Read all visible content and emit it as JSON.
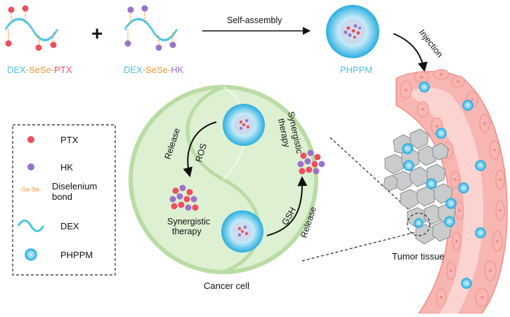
{
  "colors": {
    "dex": "#4cc3df",
    "selenium": "#f0973a",
    "ptx": "#ee4f5c",
    "hk": "#9a72cc",
    "vessel": "#f7b6b2",
    "vessel_edge": "#f08d8a",
    "cell_ring": "#b9dca5",
    "cell_fill": "#ddf0d2",
    "tumor": "#c9cbcd",
    "nanoparticle_core": "#2aaee0",
    "nanoparticle_glow": "#d7f1fb"
  },
  "top": {
    "label_left": {
      "part1": "DEX",
      "part2": "-SeSe-",
      "part3": "PTX"
    },
    "label_right": {
      "part1": "DEX",
      "part2": "-SeSe-",
      "part3": "HK"
    },
    "plus": "+",
    "self_assembly": "Self-assembly",
    "phppm": "PHPPM",
    "injection": "Injection"
  },
  "legend": {
    "items": [
      {
        "icon": "ptx-dot-icon",
        "label": "PTX"
      },
      {
        "icon": "hk-dot-icon",
        "label": "HK"
      },
      {
        "icon": "diselenium-bond-icon",
        "label": "Diselenium",
        "label2": "bond",
        "symbol": "-Se-Se-"
      },
      {
        "icon": "dex-wave-icon",
        "label": "DEX"
      },
      {
        "icon": "phppm-particle-icon",
        "label": "PHPPM"
      }
    ]
  },
  "cell": {
    "title": "Cancer cell",
    "release_top": "Release",
    "ros": "ROS",
    "synergistic_left_1": "Synergistic",
    "synergistic_left_2": "therapy",
    "synergistic_right_1": "Synergistic",
    "synergistic_right_2": "therapy",
    "gsh": "GSH",
    "release_bottom": "Release"
  },
  "tissue": {
    "label": "Tumor tissue"
  }
}
